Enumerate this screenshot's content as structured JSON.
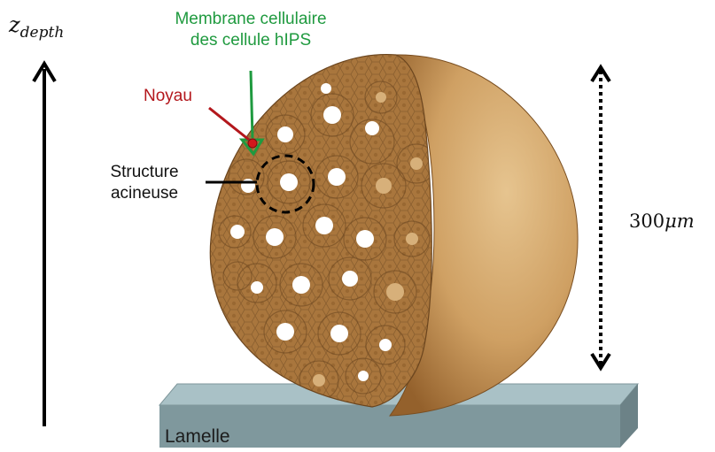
{
  "labels": {
    "z_axis_symbol": "z",
    "z_axis_subscript": "depth",
    "membrane_line1": "Membrane cellulaire",
    "membrane_line2": "des cellule hIPS",
    "noyau": "Noyau",
    "structure_line1": "Structure",
    "structure_line2": "acineuse",
    "dimension_value": "300",
    "dimension_unit": "μm",
    "lamelle": "Lamelle"
  },
  "colors": {
    "membrane_annotation": "#1f9a3f",
    "noyau_annotation": "#b3171c",
    "sphere_light": "#e2bd85",
    "sphere_dark": "#9d6a33",
    "tissue": "#a8743b",
    "slide_top": "#a9c1c6",
    "slide_front": "#7f989d",
    "slide_side": "#6c8287"
  }
}
